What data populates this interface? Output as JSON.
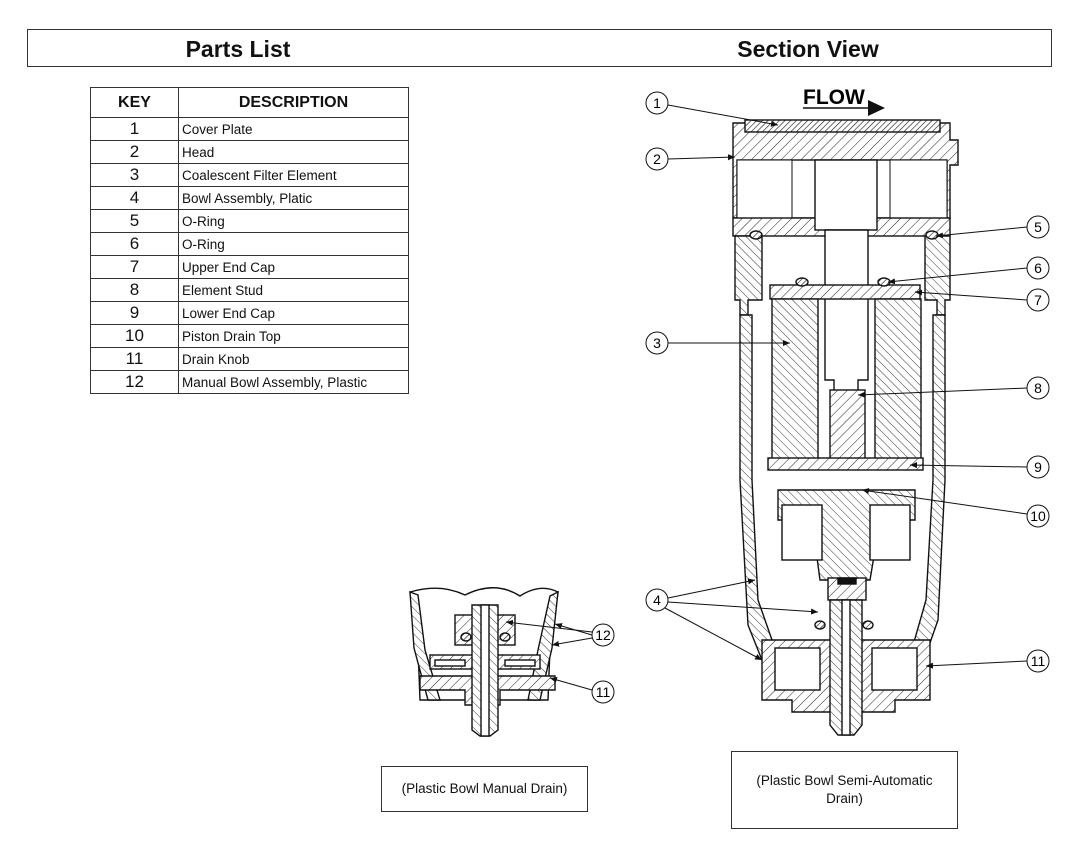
{
  "header": {
    "left_title": "Parts List",
    "right_title": "Section View"
  },
  "parts_table": {
    "columns": [
      "KEY",
      "DESCRIPTION"
    ],
    "rows": [
      {
        "key": "1",
        "description": "Cover Plate"
      },
      {
        "key": "2",
        "description": "Head"
      },
      {
        "key": "3",
        "description": "Coalescent Filter Element"
      },
      {
        "key": "4",
        "description": "Bowl Assembly, Platic"
      },
      {
        "key": "5",
        "description": "O-Ring"
      },
      {
        "key": "6",
        "description": "O-Ring"
      },
      {
        "key": "7",
        "description": "Upper End Cap"
      },
      {
        "key": "8",
        "description": "Element Stud"
      },
      {
        "key": "9",
        "description": "Lower End Cap"
      },
      {
        "key": "10",
        "description": "Piston Drain Top"
      },
      {
        "key": "11",
        "description": "Drain Knob"
      },
      {
        "key": "12",
        "description": "Manual Bowl Assembly, Plastic"
      }
    ]
  },
  "section_view": {
    "flow_label": "FLOW",
    "callouts": [
      "1",
      "2",
      "3",
      "4",
      "5",
      "6",
      "7",
      "8",
      "9",
      "10",
      "11"
    ]
  },
  "manual_drain_view": {
    "callouts": [
      "12",
      "11"
    ]
  },
  "captions": {
    "manual": "(Plastic Bowl Manual Drain)",
    "semi_automatic": "(Plastic Bowl Semi-Automatic Drain)"
  }
}
